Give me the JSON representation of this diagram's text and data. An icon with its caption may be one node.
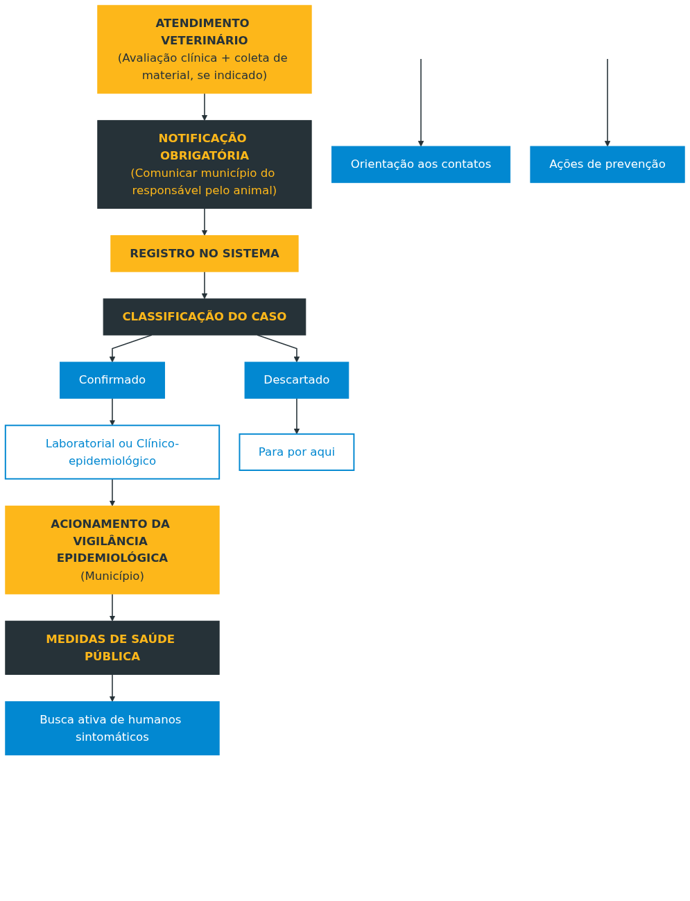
{
  "diagram": {
    "nodes": [
      {
        "text": [
          "ATENDIMENTO VETERINÁRIO",
          "(Avaliação clínica + coleta de material, se indicado)"
        ]
      },
      {
        "text": [
          "NOTIFICAÇÃO OBRIGATÓRIA",
          "(Comunicar município do responsável pelo animal)"
        ]
      },
      {
        "text": [
          "REGISTRO NO SISTEMA"
        ]
      },
      {
        "text": [
          "CLASSIFICAÇÃO DO CASO"
        ]
      },
      {
        "text": [
          "Confirmado"
        ]
      },
      {
        "text": [
          "Descartado"
        ]
      },
      {
        "text": [
          "Laboratorial ou Clínico-epidemiológico"
        ]
      },
      {
        "text": [
          "Para por aqui"
        ]
      },
      {
        "text": [
          "ACIONAMENTO DA VIGILÂNCIA EPIDEMIOLÓGICA",
          "(Município)"
        ]
      },
      {
        "text": [
          "MEDIDAS DE SAÚDE PÚBLICA"
        ]
      },
      {
        "text": [
          "Orientação aos contatos"
        ]
      },
      {
        "text": [
          "Busca ativa de humanos sintomáticos"
        ]
      },
      {
        "text": [
          "Ações de prevenção"
        ]
      }
    ],
    "edges": [
      {
        "from": 0,
        "to": 1,
        "arrow": "to"
      },
      {
        "from": 1,
        "to": 2,
        "arrow": "to"
      },
      {
        "from": 2,
        "to": 3,
        "arrow": "to"
      },
      {
        "from": 3,
        "to": 4,
        "arrow": "to"
      },
      {
        "from": 3,
        "to": 5,
        "arrow": "to"
      },
      {
        "from": 4,
        "to": 6,
        "arrow": "to"
      },
      {
        "from": 5,
        "to": 7,
        "arrow": "to"
      },
      {
        "from": 6,
        "to": 8,
        "arrow": "to"
      },
      {
        "from": 8,
        "to": 9,
        "arrow": "to"
      },
      {
        "from": null,
        "to": 10,
        "arrow": "to"
      },
      {
        "from": 9,
        "to": 11,
        "arrow": "to"
      },
      {
        "from": null,
        "to": 12,
        "arrow": "to"
      }
    ]
  }
}
